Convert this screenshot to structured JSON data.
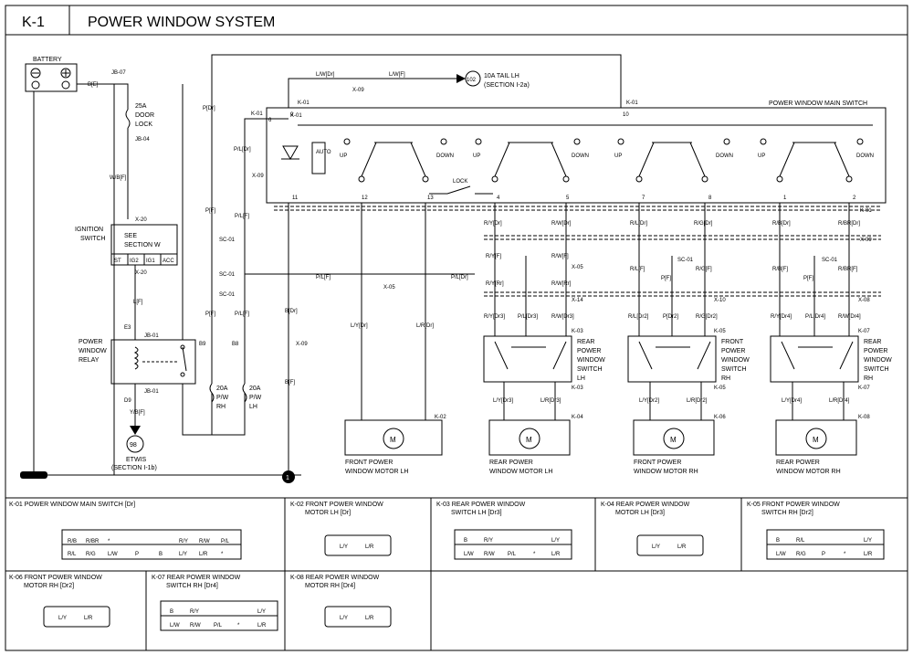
{
  "header": {
    "code": "K-1",
    "title": "POWER WINDOW SYSTEM"
  },
  "battery": {
    "label": "BATTERY"
  },
  "fuses": {
    "door_lock": [
      "25A",
      "DOOR",
      "LOCK"
    ],
    "pw_rh": [
      "20A",
      "P/W",
      "RH"
    ],
    "pw_lh": [
      "20A",
      "P/W",
      "LH"
    ]
  },
  "ignition": {
    "label": [
      "IGNITION",
      "SWITCH"
    ],
    "see": [
      "SEE",
      "SECTION W"
    ],
    "positions": [
      "ST",
      "IG2",
      "IG1",
      "ACC"
    ]
  },
  "relay": {
    "label": [
      "POWER",
      "WINDOW",
      "RELAY"
    ]
  },
  "etwis": {
    "number": "98",
    "label": [
      "ETWIS",
      "(SECTION I-1b)"
    ]
  },
  "tail": {
    "number": "102",
    "label": [
      "10A TAIL LH",
      "(SECTION I-2a)"
    ]
  },
  "ground": {
    "number": "1"
  },
  "main_switch": {
    "label": "POWER WINDOW MAIN SWITCH",
    "auto": "AUTO",
    "up": "UP",
    "down": "DOWN",
    "lock": "LOCK"
  },
  "sub_switches": [
    {
      "label": [
        "REAR",
        "POWER",
        "WINDOW",
        "SWITCH",
        "LH"
      ]
    },
    {
      "label": [
        "FRONT",
        "POWER",
        "WINDOW",
        "SWITCH",
        "RH"
      ]
    },
    {
      "label": [
        "REAR",
        "POWER",
        "WINDOW",
        "SWITCH",
        "RH"
      ]
    }
  ],
  "motors": [
    {
      "label": [
        "FRONT POWER",
        "WINDOW MOTOR LH"
      ]
    },
    {
      "label": [
        "REAR POWER",
        "WINDOW MOTOR LH"
      ]
    },
    {
      "label": [
        "FRONT POWER",
        "WINDOW MOTOR RH"
      ]
    },
    {
      "label": [
        "REAR POWER",
        "WINDOW MOTOR RH"
      ]
    }
  ],
  "motor_symbol": "M",
  "wire_labels": [
    "B[E]",
    "JB-07",
    "JB-04",
    "W/B[F]",
    "X-20",
    "L[F]",
    "E3",
    "JB-01",
    "D9",
    "Y/B[F]",
    "B9",
    "B8",
    "P[Dr]",
    "K-01",
    "P/L[Dr]",
    "X-09",
    "P[F]",
    "P/L[F]",
    "SC-01",
    "L/W[Dr]",
    "L/W[F]",
    "X-05",
    "B[Dr]",
    "B[F]",
    "L/Y[Dr]",
    "L/R[Dr]",
    "K-02",
    "R/Y[Dr]",
    "R/W[Dr]",
    "R/Y[F]",
    "R/W[F]",
    "R/Y[Rr]",
    "R/W[Rr]",
    "X-14",
    "R/Y[Dr3]",
    "P/L[Dr3]",
    "R/W[Dr3]",
    "K-03",
    "L/Y[Dr3]",
    "L/R[Dr3]",
    "K-04",
    "R/L[Dr]",
    "R/G[Dr]",
    "R/L[F]",
    "R/G[F]",
    "X-10",
    "R/L[Dr2]",
    "P[Dr2]",
    "R/G[Dr2]",
    "K-05",
    "L/Y[Dr2]",
    "L/R[Dr2]",
    "K-06",
    "R/B[Dr]",
    "R/BR[Dr]",
    "R/B[F]",
    "R/BR[F]",
    "X-08",
    "R/Y[Dr4]",
    "P/L[Dr4]",
    "R/W[Dr4]",
    "K-07",
    "L/Y[Dr4]",
    "L/R[Dr4]",
    "K-08"
  ],
  "connectors": [
    {
      "title": [
        "K-01 POWER WINDOW MAIN SWITCH [Dr]"
      ],
      "pins": [
        "R/B",
        "R/BR",
        "*",
        "R/Y",
        "R/W",
        "P/L",
        "R/L",
        "R/G",
        "L/W",
        "P",
        "B",
        "L/Y",
        "L/R",
        "*"
      ]
    },
    {
      "title": [
        "K-02 FRONT POWER WINDOW",
        "MOTOR LH [Dr]"
      ],
      "pins": [
        "L/Y",
        "L/R"
      ]
    },
    {
      "title": [
        "K-03 REAR POWER WINDOW",
        "SWITCH LH [Dr3]"
      ],
      "pins": [
        "B",
        "R/Y",
        "L/Y",
        "L/W",
        "R/W",
        "P/L",
        "*",
        "L/R"
      ]
    },
    {
      "title": [
        "K-04 REAR POWER WINDOW",
        "MOTOR LH [Dr3]"
      ],
      "pins": [
        "L/Y",
        "L/R"
      ]
    },
    {
      "title": [
        "K-05 FRONT POWER WINDOW",
        "SWITCH RH [Dr2]"
      ],
      "pins": [
        "B",
        "R/L",
        "L/Y",
        "L/W",
        "R/G",
        "P",
        "*",
        "L/R"
      ]
    },
    {
      "title": [
        "K-06 FRONT POWER WINDOW",
        "MOTOR RH [Dr2]"
      ],
      "pins": [
        "L/Y",
        "L/R"
      ]
    },
    {
      "title": [
        "K-07 REAR POWER WINDOW",
        "SWITCH RH [Dr4]"
      ],
      "pins": [
        "B",
        "R/Y",
        "L/Y",
        "L/W",
        "R/W",
        "P/L",
        "*",
        "L/R"
      ]
    },
    {
      "title": [
        "K-08 REAR POWER WINDOW",
        "MOTOR RH [Dr4]"
      ],
      "pins": [
        "L/Y",
        "L/R"
      ]
    }
  ]
}
